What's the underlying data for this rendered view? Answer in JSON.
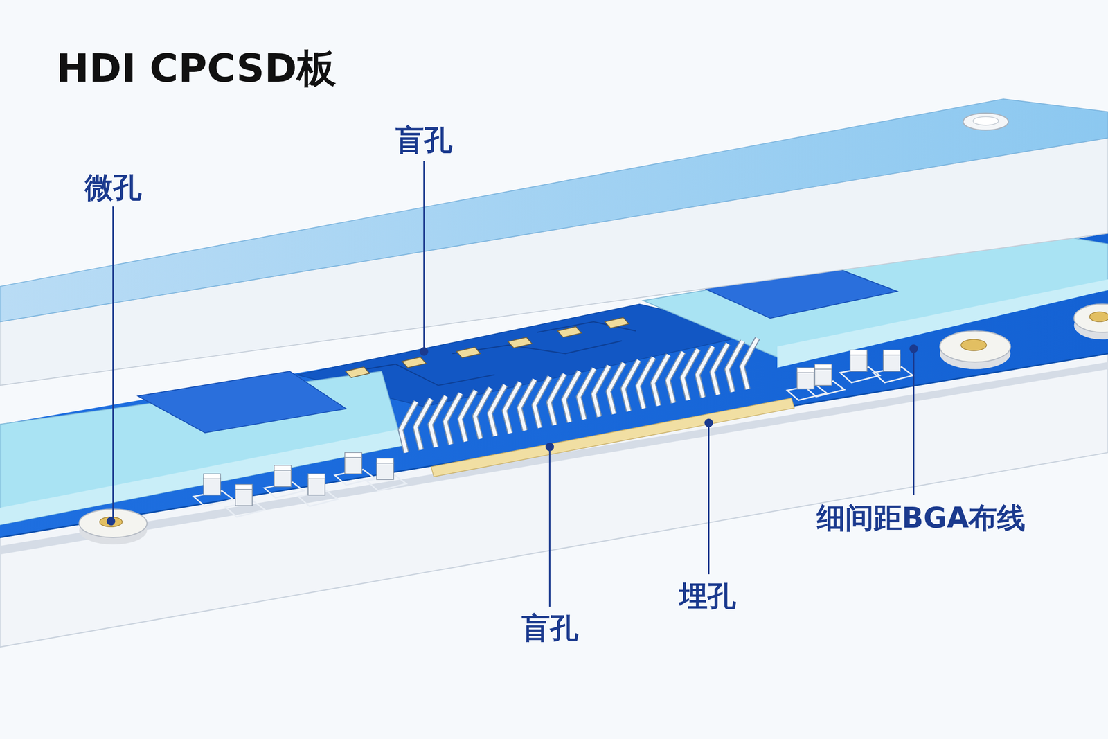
{
  "diagram": {
    "title": "HDI CPCSD板",
    "labels": [
      "盲孔",
      "微孔",
      "细间距BGA布线",
      "埋孔",
      "盲孔"
    ]
  }
}
